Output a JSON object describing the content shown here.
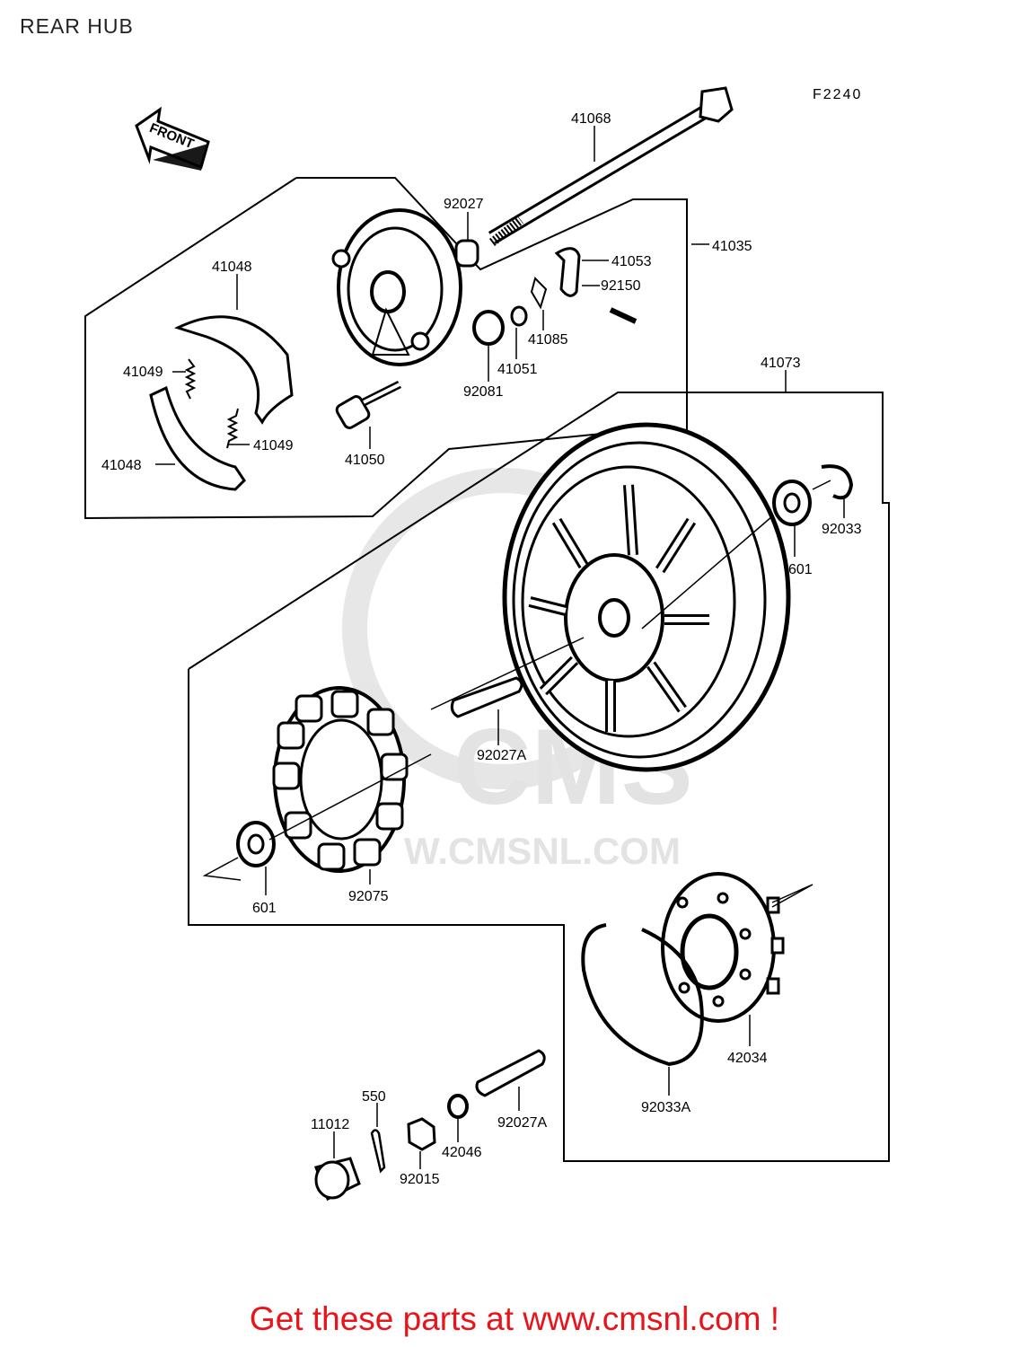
{
  "page": {
    "title": "REAR HUB"
  },
  "figure_code": "F2240",
  "front_arrow_label": "FRONT",
  "watermark": {
    "brand": "CMS",
    "url": "W.CMSNL.COM"
  },
  "footer": {
    "text": "Get these parts at www.cmsnl.com !"
  },
  "colors": {
    "footer": "#e8141a",
    "lines": "#000000",
    "watermark": "#e0e0e0"
  },
  "part_labels": {
    "p41068": "41068",
    "p92027": "92027",
    "p41035": "41035",
    "p41053": "41053",
    "p92150": "92150",
    "p41048_top": "41048",
    "p41085": "41085",
    "p41049_top": "41049",
    "p41051": "41051",
    "p92081": "92081",
    "p41049_bottom": "41049",
    "p41050": "41050",
    "p41048_bottom": "41048",
    "p41073": "41073",
    "p92033": "92033",
    "p601_top": "601",
    "p92027A_mid": "92027A",
    "p601_bottom": "601",
    "p92075": "92075",
    "p42034": "42034",
    "p92033A": "92033A",
    "p550": "550",
    "p11012": "11012",
    "p92027A_bottom": "92027A",
    "p42046": "42046",
    "p92015": "92015"
  }
}
